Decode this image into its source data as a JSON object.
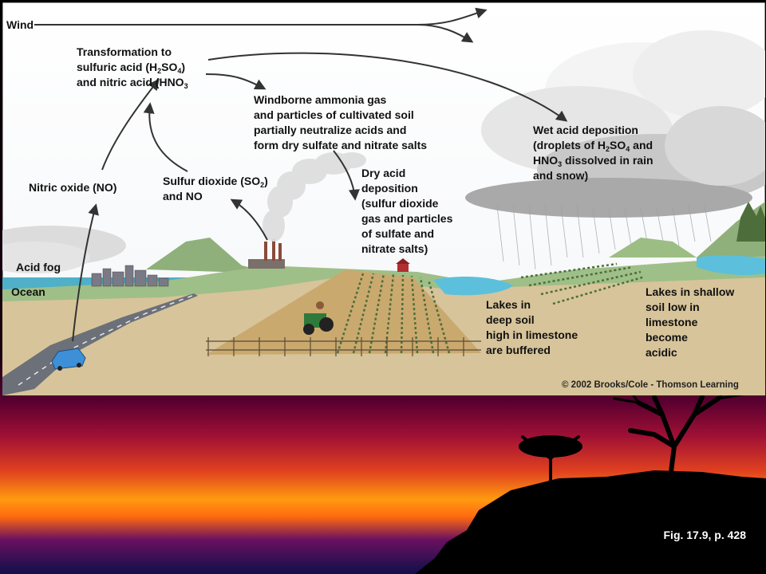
{
  "labels": {
    "wind": "Wind",
    "transformation": {
      "line1": "Transformation to",
      "line2": [
        "sulfuric acid (H",
        "2",
        "SO",
        "4",
        ")"
      ],
      "line3": [
        "and nitric acid (HNO",
        "3"
      ]
    },
    "windborne": {
      "line1": "Windborne ammonia gas",
      "line2": "and particles of cultivated soil",
      "line3": "partially neutralize acids and",
      "line4": "form dry sulfate and nitrate salts"
    },
    "wet_deposition": {
      "line1": "Wet acid deposition",
      "line2": [
        "(droplets of H",
        "2",
        "SO",
        "4",
        " and"
      ],
      "line3": [
        "HNO",
        "3",
        " dissolved in rain"
      ],
      "line4": "and snow)"
    },
    "dry_deposition": {
      "line1": "Dry acid",
      "line2": "deposition",
      "line3": "(sulfur dioxide",
      "line4": "gas and particles",
      "line5": "of sulfate and",
      "line6": "nitrate salts)"
    },
    "sulfur_dioxide": {
      "line1": [
        "Sulfur dioxide (SO",
        "2",
        ")"
      ],
      "line2": "and NO"
    },
    "nitric_oxide": "Nitric oxide (NO)",
    "acid_fog": "Acid fog",
    "ocean": "Ocean",
    "lakes_deep": {
      "line1": "Lakes in",
      "line2": "deep soil",
      "line3": "high in limestone",
      "line4": "are buffered"
    },
    "lakes_shallow": {
      "line1": "Lakes in shallow",
      "line2": "soil low in",
      "line3": "limestone",
      "line4": "become",
      "line5": "acidic"
    }
  },
  "copyright": "© 2002 Brooks/Cole - Thomson Learning",
  "figure_caption": "Fig. 17.9, p. 428"
}
